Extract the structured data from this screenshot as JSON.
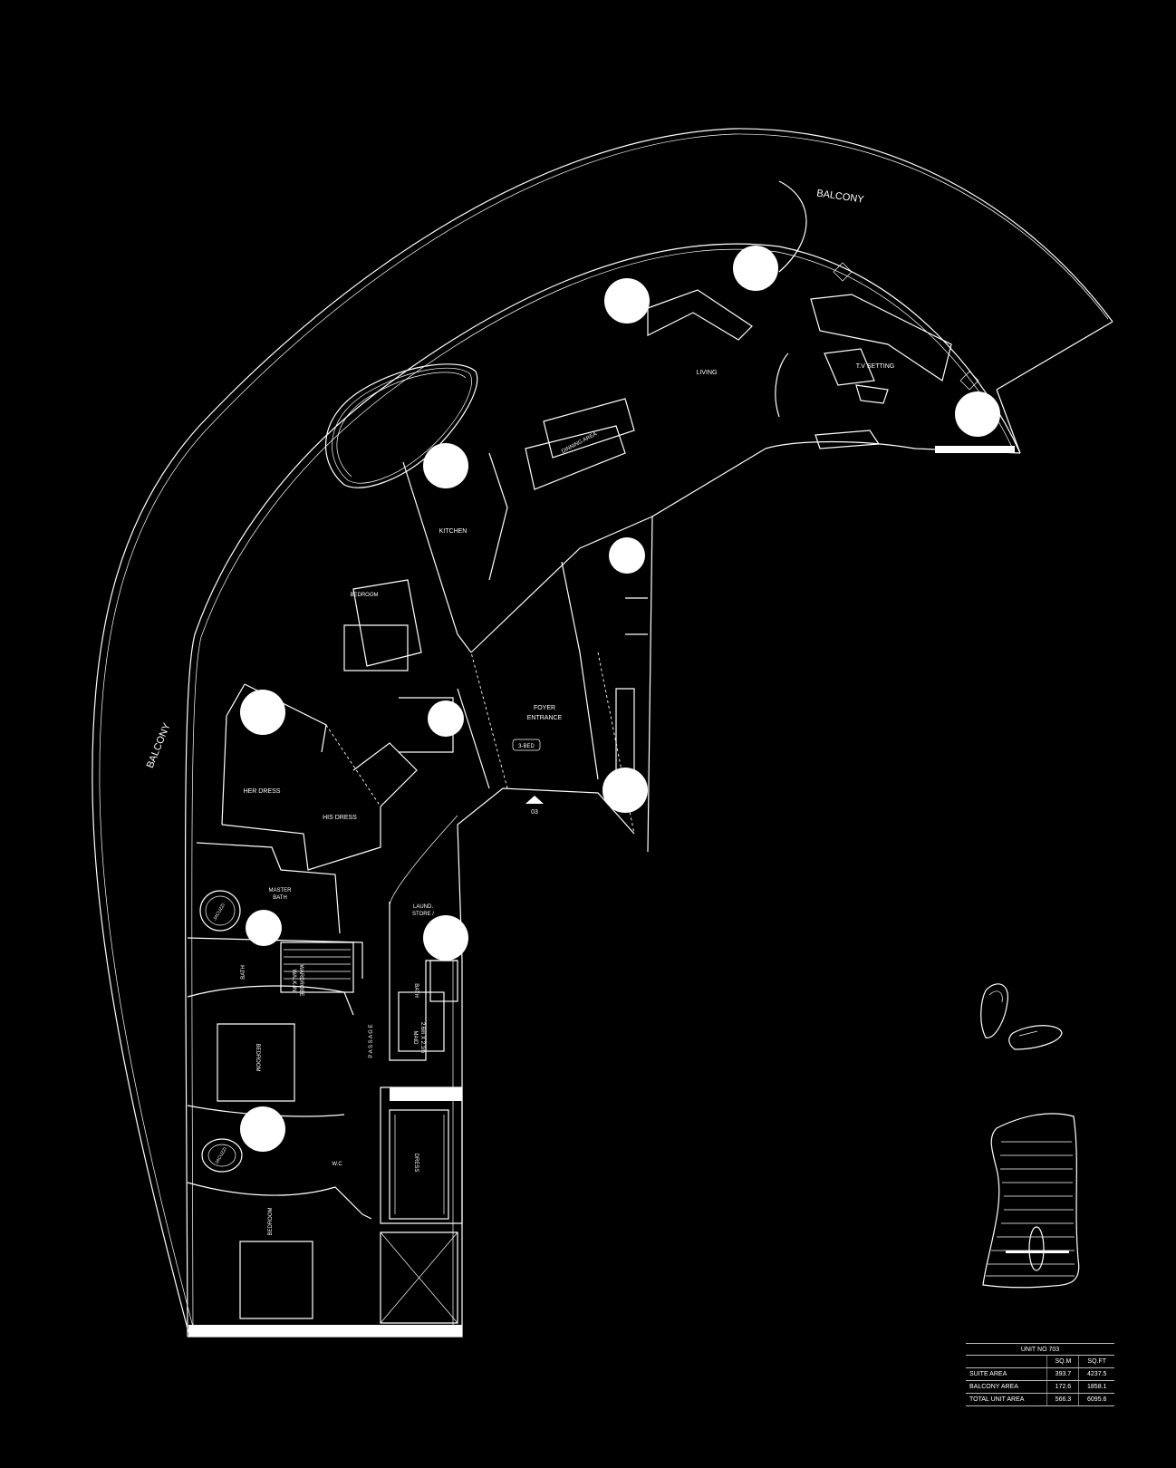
{
  "rooms": {
    "balcony_top": "BALCONY",
    "balcony_left": "BALCONY",
    "living": "LIVING",
    "tv_setting": "T.V SETTING",
    "dining_area": "DINNING AREA",
    "kitchen": "KITCHEN",
    "bedroom_1": "BEDROOM",
    "foyer_line1": "FOYER",
    "foyer_line2": "ENTRANCE",
    "tag_3bed": "3-BED",
    "her_dress": "HER DRESS",
    "his_dress": "HIS DRESS",
    "master_bath_line1": "MASTER",
    "master_bath_line2": "BATH",
    "jacuzzi": "JACUZZI",
    "laund_line1": "LAUND.",
    "laund_line2": "STORE /",
    "bath_left": "BATH",
    "walk_in_line1": "WALK-IN",
    "walk_in_line2": "WARDROBE",
    "bath_right": "BATH",
    "maid_line1": "MAID",
    "maid_line2": "2.6m X 2.1m",
    "passage": "P A S S A G E",
    "bedroom_2": "BEDROOM",
    "jacuzzi_2": "JACUZZI",
    "wc": "W.C",
    "dress": "DRESS",
    "bedroom_3": "BEDROOM",
    "entry_tag": "03"
  },
  "area_table": {
    "title": "UNIT NO 703",
    "columns": [
      "",
      "SQ.M",
      "SQ.FT"
    ],
    "rows": [
      {
        "label": "SUITE AREA",
        "sqm": "393.7",
        "sqft": "4237.5"
      },
      {
        "label": "BALCONY AREA",
        "sqm": "172.6",
        "sqft": "1858.1"
      },
      {
        "label": "TOTAL UNIT AREA",
        "sqm": "566.3",
        "sqft": "6095.6"
      }
    ]
  },
  "colors": {
    "background": "#000000",
    "lines": "#ffffff",
    "markers": "#ffffff"
  }
}
